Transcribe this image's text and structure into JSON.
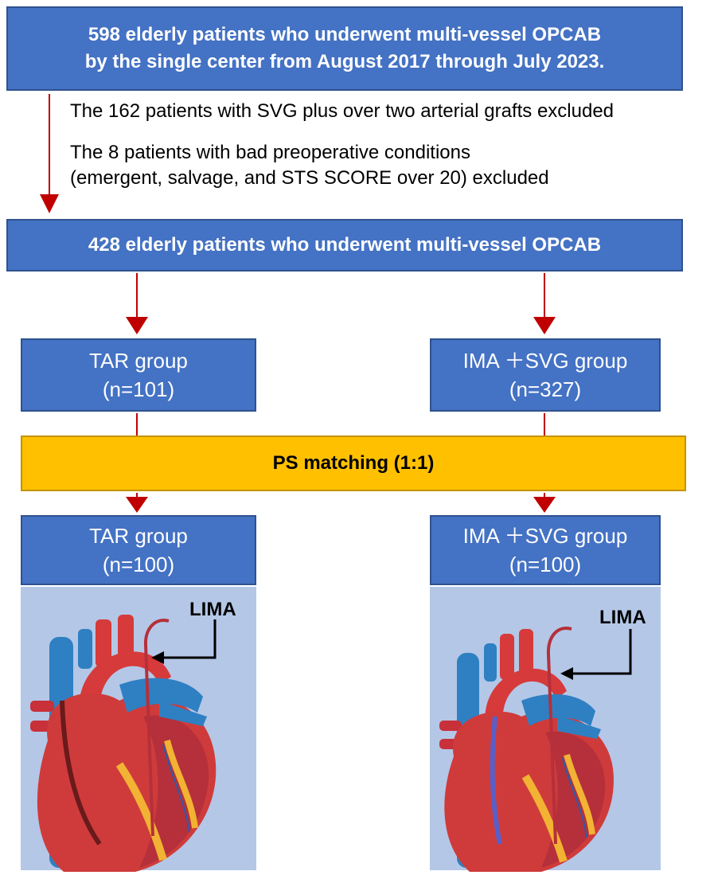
{
  "top_box": {
    "line1": "598 elderly patients who underwent multi-vessel OPCAB",
    "line2": "by the single center from August 2017 through July 2023."
  },
  "exclusions": {
    "first": "The 162 patients with SVG plus over two arterial grafts excluded",
    "second_line1": "The 8  patients with bad preoperative conditions",
    "second_line2": "(emergent, salvage, and STS SCORE over 20)  excluded"
  },
  "middle_box": {
    "text": "428 elderly patients who underwent multi-vessel OPCAB"
  },
  "groups_before": {
    "left": {
      "name": "TAR group",
      "count": "(n=101)"
    },
    "right": {
      "name": "IMA ＋SVG group",
      "count": "(n=327)"
    }
  },
  "ps_matching": {
    "label": "PS matching (1:1)"
  },
  "groups_after": {
    "left": {
      "name": "TAR group",
      "count": "(n=100)"
    },
    "right": {
      "name": "IMA ＋SVG group",
      "count": "(n=100)"
    }
  },
  "illustrations": {
    "left_label": "LIMA",
    "right_label": "LIMA"
  },
  "colors": {
    "box_fill": "#4472c4",
    "box_border": "#2f528f",
    "ps_fill": "#ffc000",
    "arrow": "#c00000",
    "panel": "#b4c7e7"
  }
}
